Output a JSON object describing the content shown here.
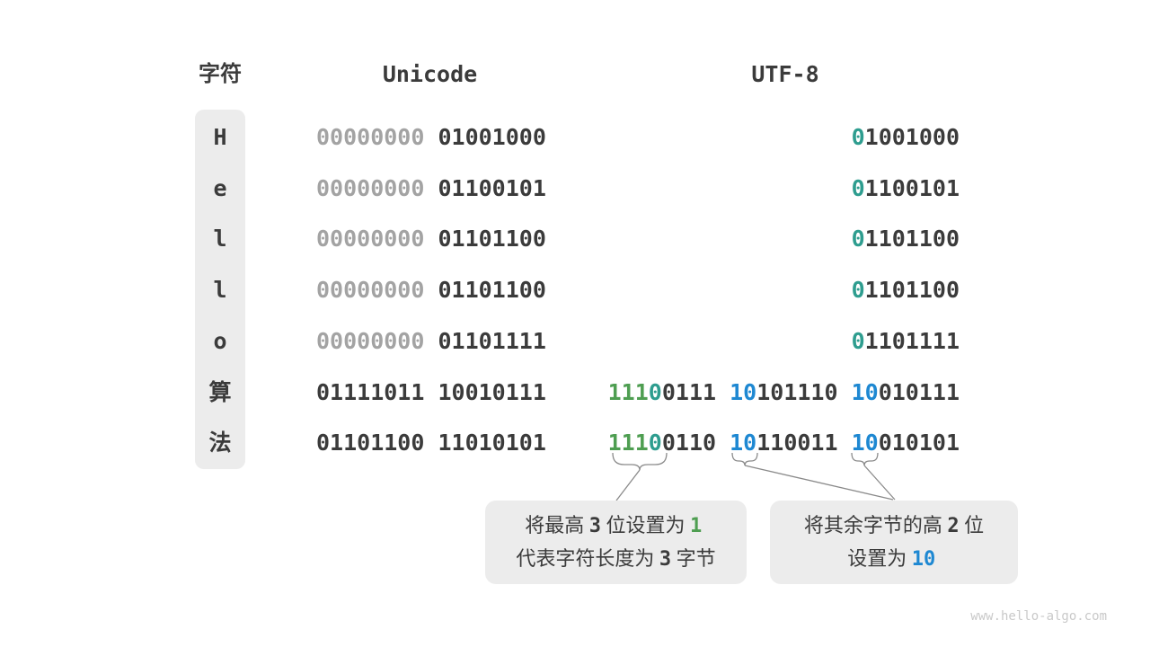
{
  "colors": {
    "dark": "#3b3b3b",
    "gray": "#a3a3a3",
    "teal": "#2e9d8f",
    "green": "#4e9e51",
    "blue": "#1e88d2",
    "box_bg": "#ececec",
    "line": "#8a8a8a",
    "watermark": "#c9c9c9"
  },
  "header": {
    "char": "字符",
    "unicode": "Unicode",
    "utf8": "UTF-8"
  },
  "rows": [
    {
      "char": "H",
      "unicode": [
        {
          "t": "00000000",
          "c": "gray"
        },
        {
          "t": " 01001000",
          "c": "dark"
        }
      ],
      "utf8": [
        {
          "t": "0",
          "c": "teal"
        },
        {
          "t": "1001000",
          "c": "dark"
        }
      ]
    },
    {
      "char": "e",
      "unicode": [
        {
          "t": "00000000",
          "c": "gray"
        },
        {
          "t": " 01100101",
          "c": "dark"
        }
      ],
      "utf8": [
        {
          "t": "0",
          "c": "teal"
        },
        {
          "t": "1100101",
          "c": "dark"
        }
      ]
    },
    {
      "char": "l",
      "unicode": [
        {
          "t": "00000000",
          "c": "gray"
        },
        {
          "t": " 01101100",
          "c": "dark"
        }
      ],
      "utf8": [
        {
          "t": "0",
          "c": "teal"
        },
        {
          "t": "1101100",
          "c": "dark"
        }
      ]
    },
    {
      "char": "l",
      "unicode": [
        {
          "t": "00000000",
          "c": "gray"
        },
        {
          "t": " 01101100",
          "c": "dark"
        }
      ],
      "utf8": [
        {
          "t": "0",
          "c": "teal"
        },
        {
          "t": "1101100",
          "c": "dark"
        }
      ]
    },
    {
      "char": "o",
      "unicode": [
        {
          "t": "00000000",
          "c": "gray"
        },
        {
          "t": " 01101111",
          "c": "dark"
        }
      ],
      "utf8": [
        {
          "t": "0",
          "c": "teal"
        },
        {
          "t": "1101111",
          "c": "dark"
        }
      ]
    },
    {
      "char": "算",
      "unicode": [
        {
          "t": "01111011 10010111",
          "c": "dark"
        }
      ],
      "utf8": [
        {
          "t": "111",
          "c": "green"
        },
        {
          "t": "0",
          "c": "teal"
        },
        {
          "t": "0111 ",
          "c": "dark"
        },
        {
          "t": "10",
          "c": "blue"
        },
        {
          "t": "101110 ",
          "c": "dark"
        },
        {
          "t": "10",
          "c": "blue"
        },
        {
          "t": "010111",
          "c": "dark"
        }
      ]
    },
    {
      "char": "法",
      "unicode": [
        {
          "t": "01101100 11010101",
          "c": "dark"
        }
      ],
      "utf8": [
        {
          "t": "111",
          "c": "green"
        },
        {
          "t": "0",
          "c": "teal"
        },
        {
          "t": "0110 ",
          "c": "dark"
        },
        {
          "t": "10",
          "c": "blue"
        },
        {
          "t": "110011 ",
          "c": "dark"
        },
        {
          "t": "10",
          "c": "blue"
        },
        {
          "t": "010101",
          "c": "dark"
        }
      ]
    }
  ],
  "annotations": {
    "left_box": {
      "lines": [
        [
          {
            "t": "将最高",
            "c": "dark"
          },
          {
            "t": "3",
            "c": "dark",
            "m": true
          },
          {
            "t": "位设置为",
            "c": "dark"
          },
          {
            "t": "1",
            "c": "green",
            "m": true
          }
        ],
        [
          {
            "t": "代表字符长度为",
            "c": "dark"
          },
          {
            "t": "3",
            "c": "dark",
            "m": true
          },
          {
            "t": "字节",
            "c": "dark"
          }
        ]
      ]
    },
    "right_box": {
      "lines": [
        [
          {
            "t": "将其余字节的高",
            "c": "dark"
          },
          {
            "t": "2",
            "c": "dark",
            "m": true
          },
          {
            "t": "位",
            "c": "dark"
          }
        ],
        [
          {
            "t": "设置为",
            "c": "dark"
          },
          {
            "t": "10",
            "c": "blue",
            "m": true
          }
        ]
      ]
    }
  },
  "watermark": "www.hello-algo.com"
}
